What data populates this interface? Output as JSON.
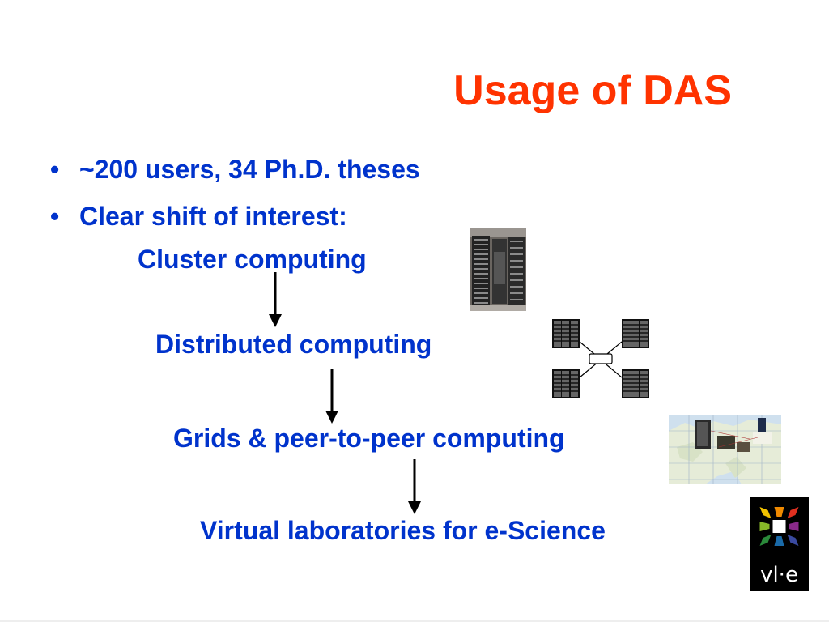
{
  "slide": {
    "title": "Usage of DAS",
    "bullets": [
      {
        "marker": "•",
        "text": "~200 users, 34 Ph.D. theses"
      },
      {
        "marker": "•",
        "text": "Clear shift of interest:"
      }
    ],
    "steps": [
      "Cluster computing",
      "Distributed computing",
      "Grids & peer-to-peer computing",
      "Virtual laboratories for e-Science"
    ],
    "logo_text": "vl·e"
  },
  "colors": {
    "title": "#ff3300",
    "body_text": "#0033cc",
    "arrow": "#000000"
  },
  "icons": [
    "cluster-rack-photo",
    "distributed-network-diagram",
    "grid-europe-map",
    "vle-logo"
  ]
}
